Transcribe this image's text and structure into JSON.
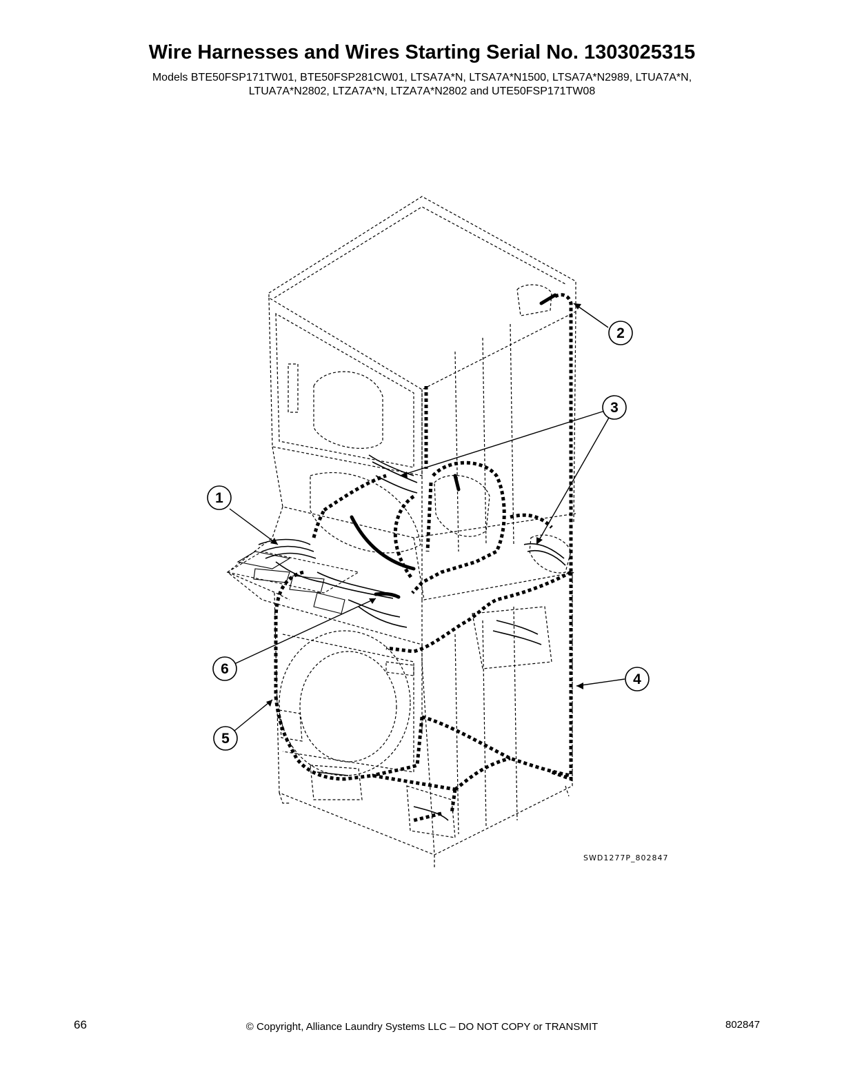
{
  "header": {
    "title": "Wire Harnesses and Wires Starting Serial No. 1303025315",
    "models_line1": "Models BTE50FSP171TW01, BTE50FSP281CW01, LTSA7A*N, LTSA7A*N1500, LTSA7A*N2989, LTUA7A*N,",
    "models_line2": "LTUA7A*N2802, LTZA7A*N, LTZA7A*N2802 and UTE50FSP171TW08"
  },
  "diagram": {
    "callouts": [
      "1",
      "2",
      "3",
      "4",
      "5",
      "6"
    ],
    "figure_id": "SWD1277P_802847"
  },
  "footer": {
    "page_number": "66",
    "copyright": "© Copyright, Alliance Laundry Systems LLC – DO NOT COPY or TRANSMIT",
    "doc_number": "802847"
  }
}
